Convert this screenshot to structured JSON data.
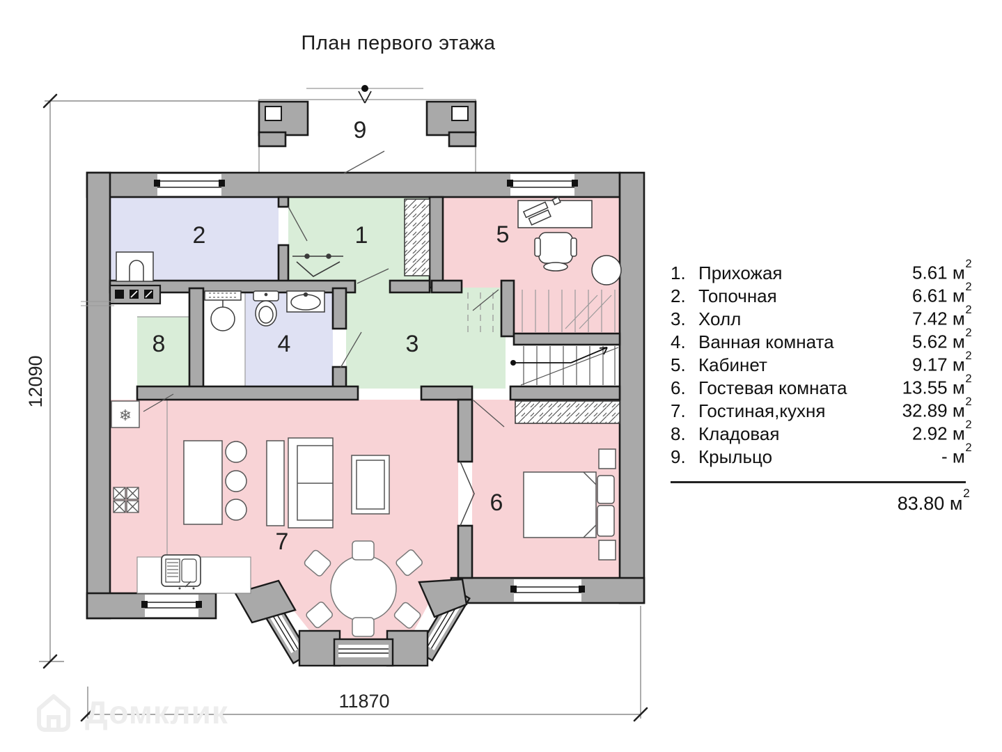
{
  "title": "План первого этажа",
  "plan": {
    "room_numbers": [
      "1",
      "2",
      "3",
      "4",
      "5",
      "6",
      "7",
      "8",
      "9"
    ]
  },
  "legend": {
    "items": [
      {
        "num": "1.",
        "name": "Прихожая",
        "area": "5.61"
      },
      {
        "num": "2.",
        "name": "Топочная",
        "area": "6.61"
      },
      {
        "num": "3.",
        "name": "Холл",
        "area": "7.42"
      },
      {
        "num": "4.",
        "name": "Ванная комната",
        "area": "5.62"
      },
      {
        "num": "5.",
        "name": "Кабинет",
        "area": "9.17"
      },
      {
        "num": "6.",
        "name": "Гостевая комната",
        "area": "13.55"
      },
      {
        "num": "7.",
        "name": "Гостиная,кухня",
        "area": "32.89"
      },
      {
        "num": "8.",
        "name": "Кладовая",
        "area": "2.92"
      },
      {
        "num": "9.",
        "name": "Крыльцо",
        "area": "-"
      }
    ],
    "unit": "м",
    "sup": "2",
    "total": "83.80"
  },
  "dimensions": {
    "height": "12090",
    "width": "11870"
  },
  "watermark": "Домклик",
  "colors": {
    "wall": "#a9a9a9",
    "outline": "#1a1a1a",
    "room_pink": "#f8d3d6",
    "room_green": "#d9edd8",
    "room_lavender": "#dfe1f3"
  }
}
